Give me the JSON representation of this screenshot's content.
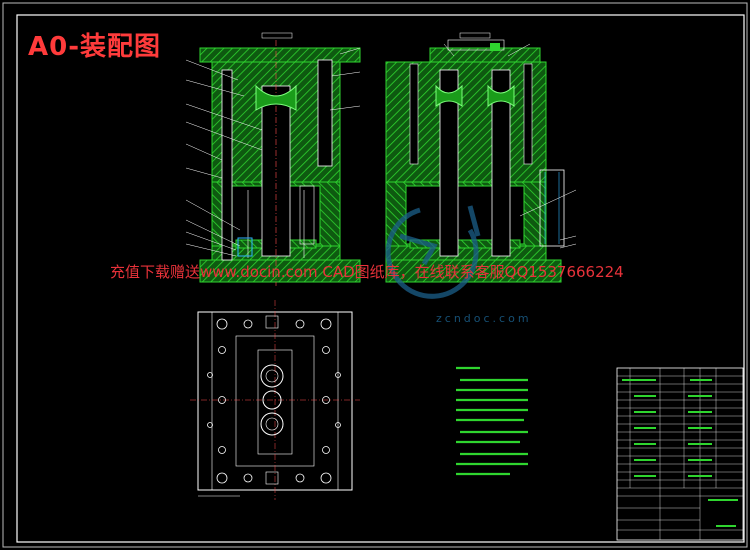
{
  "title": "A0-装配图",
  "promo_text": "充值下载赠送www.docin.com CAD图纸库，在线联系客服QQ1537666224",
  "watermark": "zcndoc.com",
  "colors": {
    "background": "#000000",
    "border": "#ffffff",
    "hatch": "#26c826",
    "hatch_fill": "#0e5a10",
    "plan": "#ffffff",
    "notes": "#2fd52f",
    "title_red": "#ff3b3b",
    "watermark": "#1b5f8a"
  },
  "icons": {
    "watermark_logo": "circle-logo-icon"
  }
}
